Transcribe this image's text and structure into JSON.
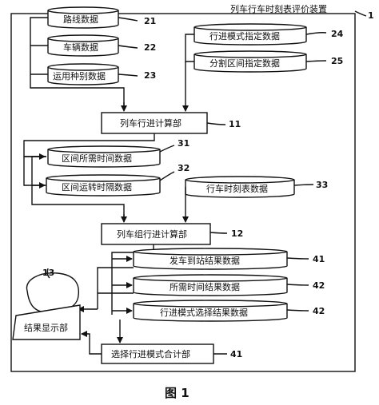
{
  "device": {
    "title": "列车行车时刻表评价装置",
    "ref": "1"
  },
  "databases": {
    "route": {
      "label": "路线数据",
      "ref": "21"
    },
    "vehicle": {
      "label": "车辆数据",
      "ref": "22"
    },
    "operation_type": {
      "label": "运用种别数据",
      "ref": "23"
    },
    "travel_mode_spec": {
      "label": "行进模式指定数据",
      "ref": "24"
    },
    "section_spec": {
      "label": "分割区间指定数据",
      "ref": "25"
    },
    "section_time": {
      "label": "区间所需时间数据",
      "ref": "31"
    },
    "section_interval": {
      "label": "区间运转时隔数据",
      "ref": "32"
    },
    "timetable": {
      "label": "行车时刻表数据",
      "ref": "33"
    },
    "arrival_result": {
      "label": "发车到站结果数据",
      "ref": "41"
    },
    "required_time_result": {
      "label": "所需时间结果数据",
      "ref": "42"
    },
    "mode_selection_result": {
      "label": "行进模式选择结果数据",
      "ref": "42"
    }
  },
  "units": {
    "train_calc": {
      "label": "列车行进计算部",
      "ref": "11"
    },
    "group_calc": {
      "label": "列车组行进计算部",
      "ref": "12"
    },
    "mode_total": {
      "label": "选择行进模式合计部",
      "ref": "41"
    },
    "display": {
      "label": "结果显示部",
      "ref": "13"
    }
  },
  "figure": {
    "caption": "图 1"
  }
}
